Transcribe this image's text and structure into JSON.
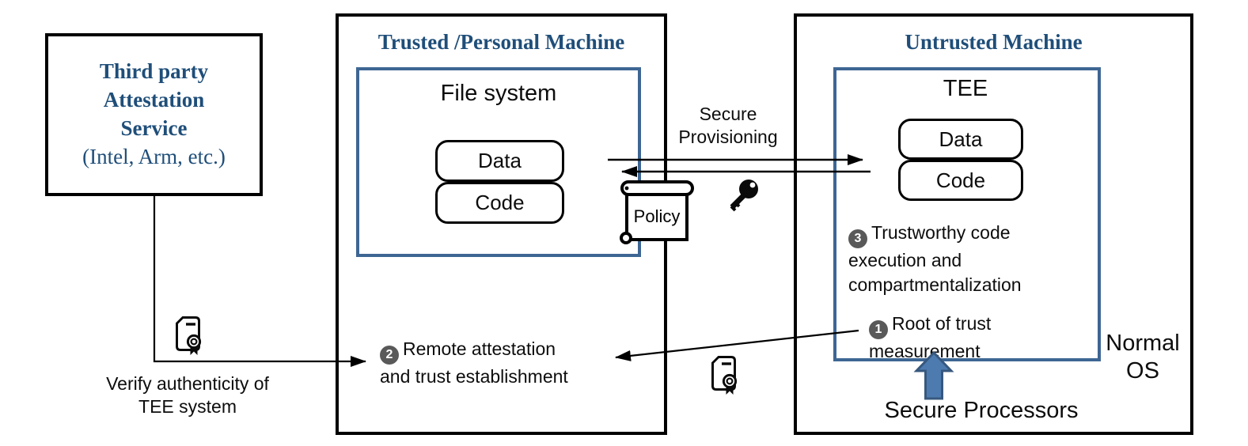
{
  "attestation_box": {
    "title": "Third party Attestation Service",
    "subtitle": "(Intel, Arm, etc.)"
  },
  "verify_label": "Verify authenticity of TEE system",
  "trusted_machine": {
    "title": "Trusted /Personal Machine",
    "file_system": {
      "label": "File system",
      "data_label": "Data",
      "code_label": "Code"
    },
    "step2": {
      "num": "2",
      "text": "Remote attestation and trust establishment"
    }
  },
  "provisioning_label": "Secure Provisioning",
  "policy_label": "Policy",
  "untrusted_machine": {
    "title": "Untrusted Machine",
    "tee": {
      "label": "TEE",
      "data_label": "Data",
      "code_label": "Code"
    },
    "step3": {
      "num": "3",
      "text": "Trustworthy code execution and compartmentalization"
    },
    "step1": {
      "num": "1",
      "text": "Root of trust measurement"
    },
    "normal_os_label": "Normal OS",
    "secure_processors_label": "Secure Processors"
  },
  "icons": {
    "policy": "scroll-icon",
    "key": "key-icon",
    "certificate_left": "certificate-icon",
    "certificate_right": "certificate-icon",
    "secure_processor_arrow": "up-arrow-icon"
  },
  "colors": {
    "navy": "#1f4e79",
    "blue_border": "#3e6693",
    "arrow_fill": "#4d7bb0",
    "arrow_stroke": "#37587e",
    "badge_gray": "#595959"
  }
}
